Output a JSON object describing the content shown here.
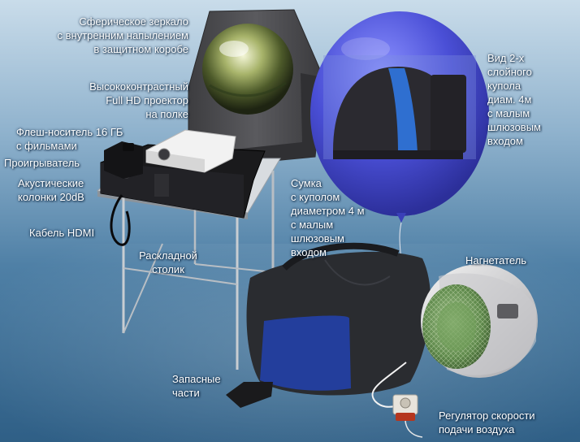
{
  "labels": {
    "mirror": [
      "Сферическое зеркало",
      "с внутренним напылением",
      "в защитном коробе"
    ],
    "projector": [
      "Высококонтрастный",
      "Full HD проектор",
      "на полке"
    ],
    "flash": [
      "Флеш-носитель 16 ГБ",
      "с фильмами"
    ],
    "player": "Проигрыватель",
    "speakers": [
      "Акустические",
      "колонки 20dB"
    ],
    "hdmi": "Кабель HDMI",
    "table": [
      "Раскладной",
      "столик"
    ],
    "dome": [
      "Вид 2-х",
      "слойного",
      "купола",
      "диам. 4м",
      "с малым",
      "шлюзовым",
      "входом"
    ],
    "bag": [
      "Сумка",
      "с куполом",
      "диаметром 4 м",
      "с малым",
      "шлюзовым",
      "входом"
    ],
    "blower": "Нагнетатель",
    "spares": [
      "Запасные",
      "части"
    ],
    "regulator": [
      "Регулятор скорости",
      "подачи воздуха"
    ]
  },
  "colors": {
    "balloon": "#4a4fd6",
    "dome_dark": "#2b2a30",
    "dome_stripe": "#2f6fd0",
    "bag_dark": "#2a2c30",
    "bag_blue": "#2240a8",
    "case": "#4a4a4c",
    "blower_mesh": "#6f9a5a"
  }
}
